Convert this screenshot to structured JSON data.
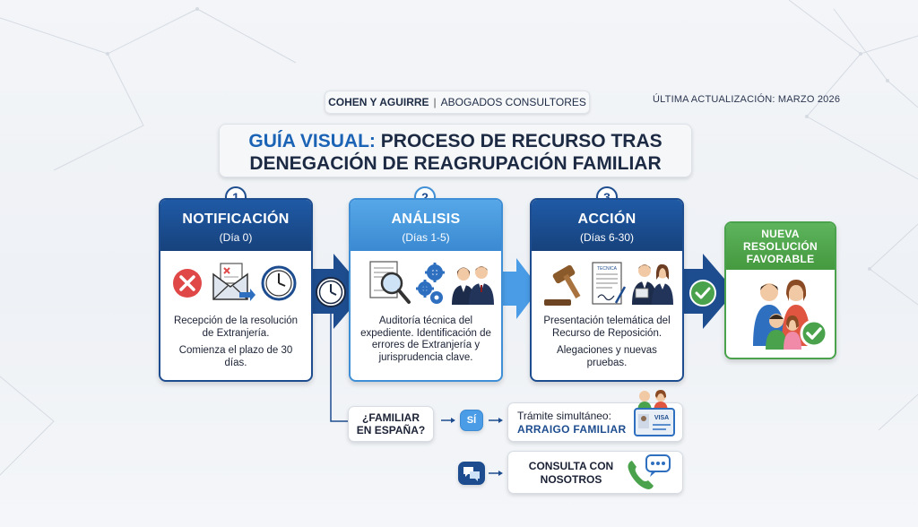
{
  "header": {
    "firm_bold": "COHEN Y AGUIRRE",
    "separator": "|",
    "firm_rest": "ABOGADOS CONSULTORES",
    "updated": "ÚLTIMA ACTUALIZACIÓN: MARZO 2026"
  },
  "title": {
    "accent": "GUÍA VISUAL:",
    "line1_rest": "PROCESO DE RECURSO TRAS",
    "line2": "DENEGACIÓN DE REAGRUPACIÓN FAMILIAR"
  },
  "steps": [
    {
      "number": "1",
      "title": "NOTIFICACIÓN",
      "subtitle": "(Día 0)",
      "desc": [
        "Recepción de la resolución de Extranjería.",
        "Comienza el plazo de 30 días."
      ]
    },
    {
      "number": "2",
      "title": "ANÁLISIS",
      "subtitle": "(Días 1-5)",
      "desc": [
        "Auditoría técnica del expediente. Identificación de errores de Extranjería y jurisprudencia clave."
      ]
    },
    {
      "number": "3",
      "title": "ACCIÓN",
      "subtitle": "(Días 6-30)",
      "desc": [
        "Presentación telemática del Recurso de Reposición.",
        "Alegaciones y nuevas pruebas."
      ],
      "doc_label": "TECNICA"
    }
  ],
  "result": {
    "line1": "NUEVA",
    "line2": "RESOLUCIÓN",
    "line3": "FAVORABLE"
  },
  "branch": {
    "question_line1": "¿FAMILIAR",
    "question_line2": "EN ESPAÑA?",
    "yes": "SÍ",
    "tramite_line1": "Trámite simultáneo:",
    "tramite_line2": "ARRAIGO FAMILIAR",
    "visa_label": "VISA"
  },
  "contact": {
    "line1": "CONSULTA CON",
    "line2": "NOSOTROS"
  },
  "colors": {
    "navy": "#1e4d8f",
    "light_blue": "#4a9ce6",
    "green": "#4aa34c",
    "red": "#e04848"
  }
}
